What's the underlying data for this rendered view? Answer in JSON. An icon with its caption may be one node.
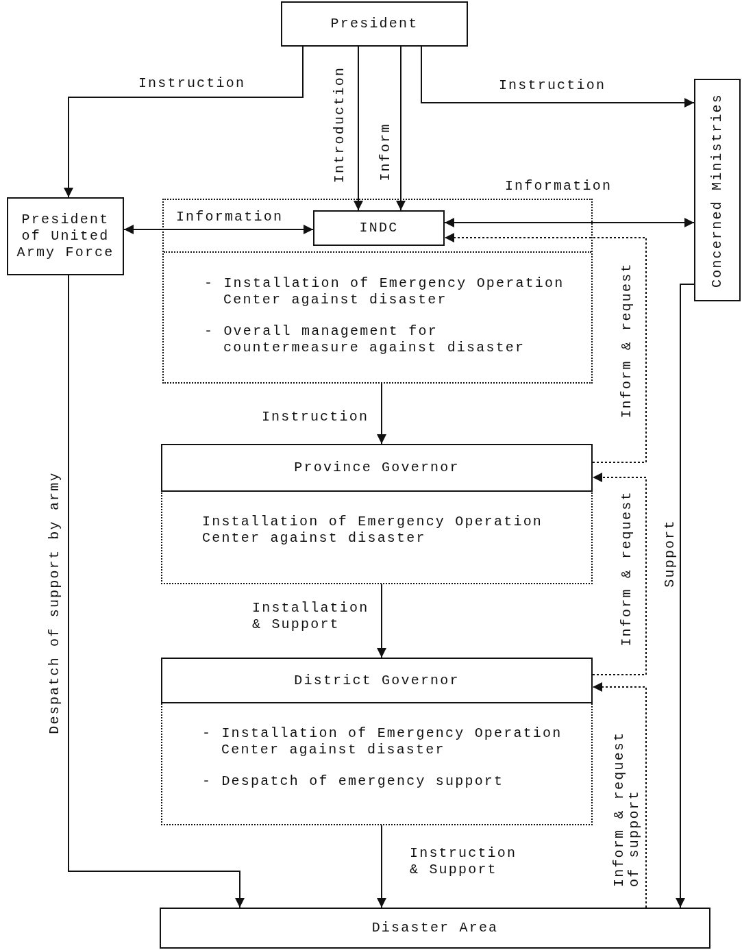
{
  "diagram": {
    "nodes": [
      {
        "text": [
          "President"
        ]
      },
      {
        "text": [
          "Concerned Ministries"
        ]
      },
      {
        "text": [
          "President of United Army Force"
        ]
      },
      {
        "text": [
          "- Installation of Emergency Operation Center against disaster",
          "- Overall management for countermeasure against disaster"
        ]
      },
      {
        "text": [
          "INDC"
        ],
        "in": 3
      },
      {
        "text": [
          "Province Governor",
          "Installation of Emergency Operation Center against disaster"
        ]
      },
      {
        "text": [
          "District Governor",
          "- Installation of Emergency Operation Center against disaster",
          "- Despatch of emergency support"
        ]
      },
      {
        "text": [
          "Disaster Area"
        ]
      }
    ],
    "edges": [
      {
        "from": 0,
        "to": 2,
        "arrow": "to",
        "label": "Instruction"
      },
      {
        "from": 0,
        "to": 1,
        "arrow": "to",
        "label": "Instruction"
      },
      {
        "from": 0,
        "to": 4,
        "arrow": "to",
        "label": "Introduction"
      },
      {
        "from": 0,
        "to": 4,
        "arrow": "to",
        "label": "Inform"
      },
      {
        "from": 2,
        "to": 4,
        "arrow": "both",
        "label": "Information"
      },
      {
        "from": 4,
        "to": 1,
        "arrow": "both",
        "label": "Information"
      },
      {
        "from": 3,
        "to": 5,
        "arrow": "to",
        "label": "Instruction"
      },
      {
        "from": 5,
        "to": 4,
        "arrow": "to",
        "label": "Inform & request",
        "style": "dashed"
      },
      {
        "from": 5,
        "to": 6,
        "arrow": "to",
        "label": "Installation & Support"
      },
      {
        "from": 6,
        "to": 5,
        "arrow": "to",
        "label": "Inform & request",
        "style": "dashed"
      },
      {
        "from": 6,
        "to": 7,
        "arrow": "to",
        "label": "Instruction & Support"
      },
      {
        "from": 7,
        "to": 6,
        "arrow": "to",
        "label": "Inform & request of support",
        "style": "dashed"
      },
      {
        "from": 2,
        "to": 7,
        "arrow": "to",
        "label": "Despatch of support by army"
      },
      {
        "from": 1,
        "to": 7,
        "arrow": "to",
        "label": "Support"
      }
    ]
  }
}
